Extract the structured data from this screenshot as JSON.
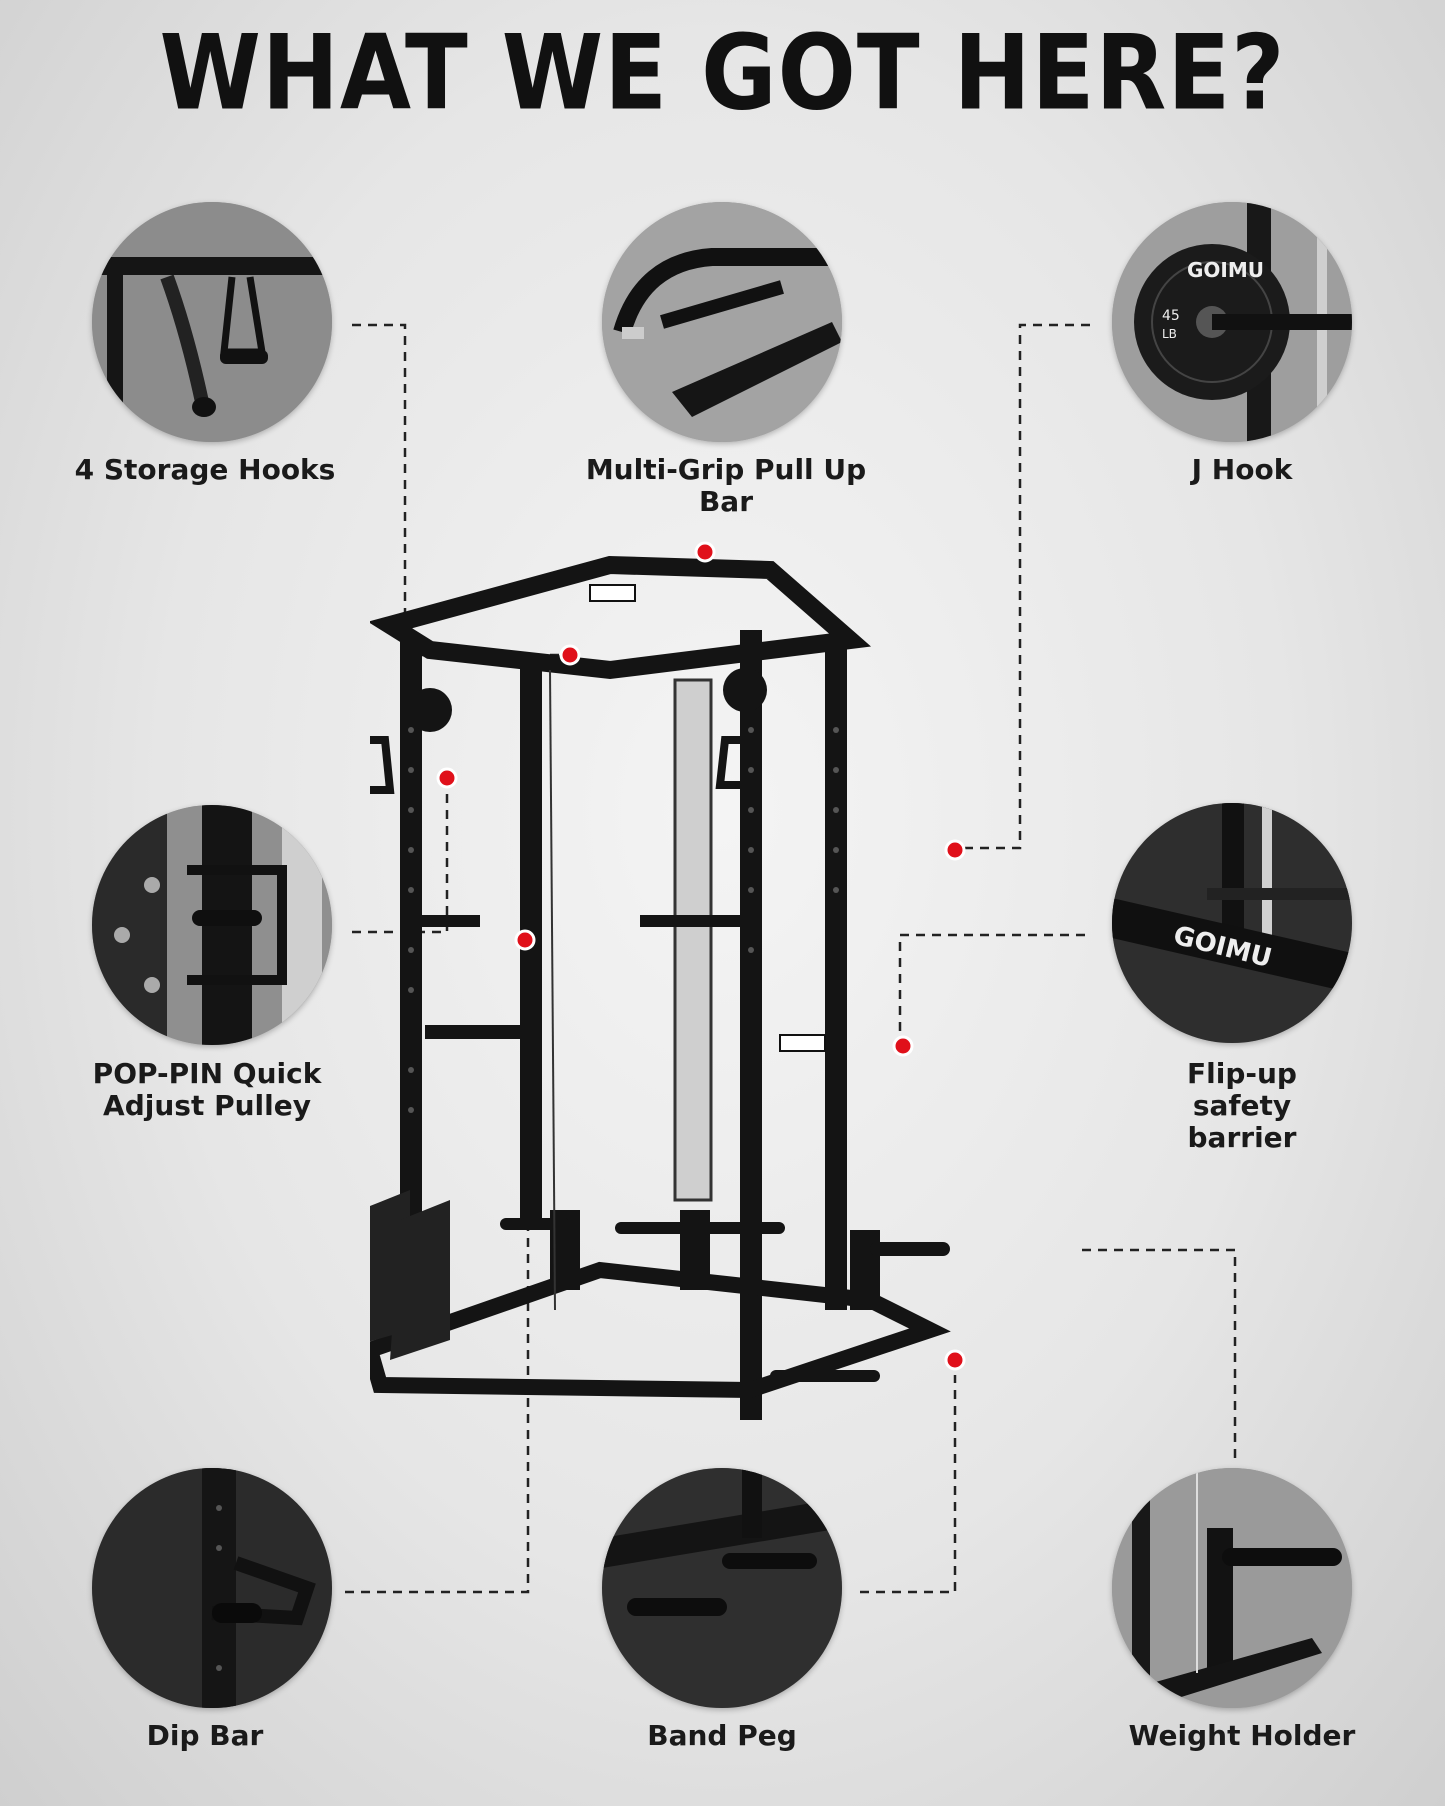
{
  "heading": "WHAT WE GOT HERE?",
  "brand": "GOIMU",
  "plate_weight": "45",
  "plate_unit": "LB",
  "features": [
    {
      "label": "4 Storage Hooks"
    },
    {
      "label": "Multi-Grip Pull Up Bar"
    },
    {
      "label": "J Hook"
    },
    {
      "label": "POP-PIN Quick Adjust Pulley"
    },
    {
      "label": "Flip-up safety barrier"
    },
    {
      "label": "Dip Bar"
    },
    {
      "label": "Band Peg"
    },
    {
      "label": "Weight Holder"
    }
  ],
  "colors": {
    "accent": "#e0101a",
    "frame": "#111111",
    "background": "#e6e6e6"
  }
}
